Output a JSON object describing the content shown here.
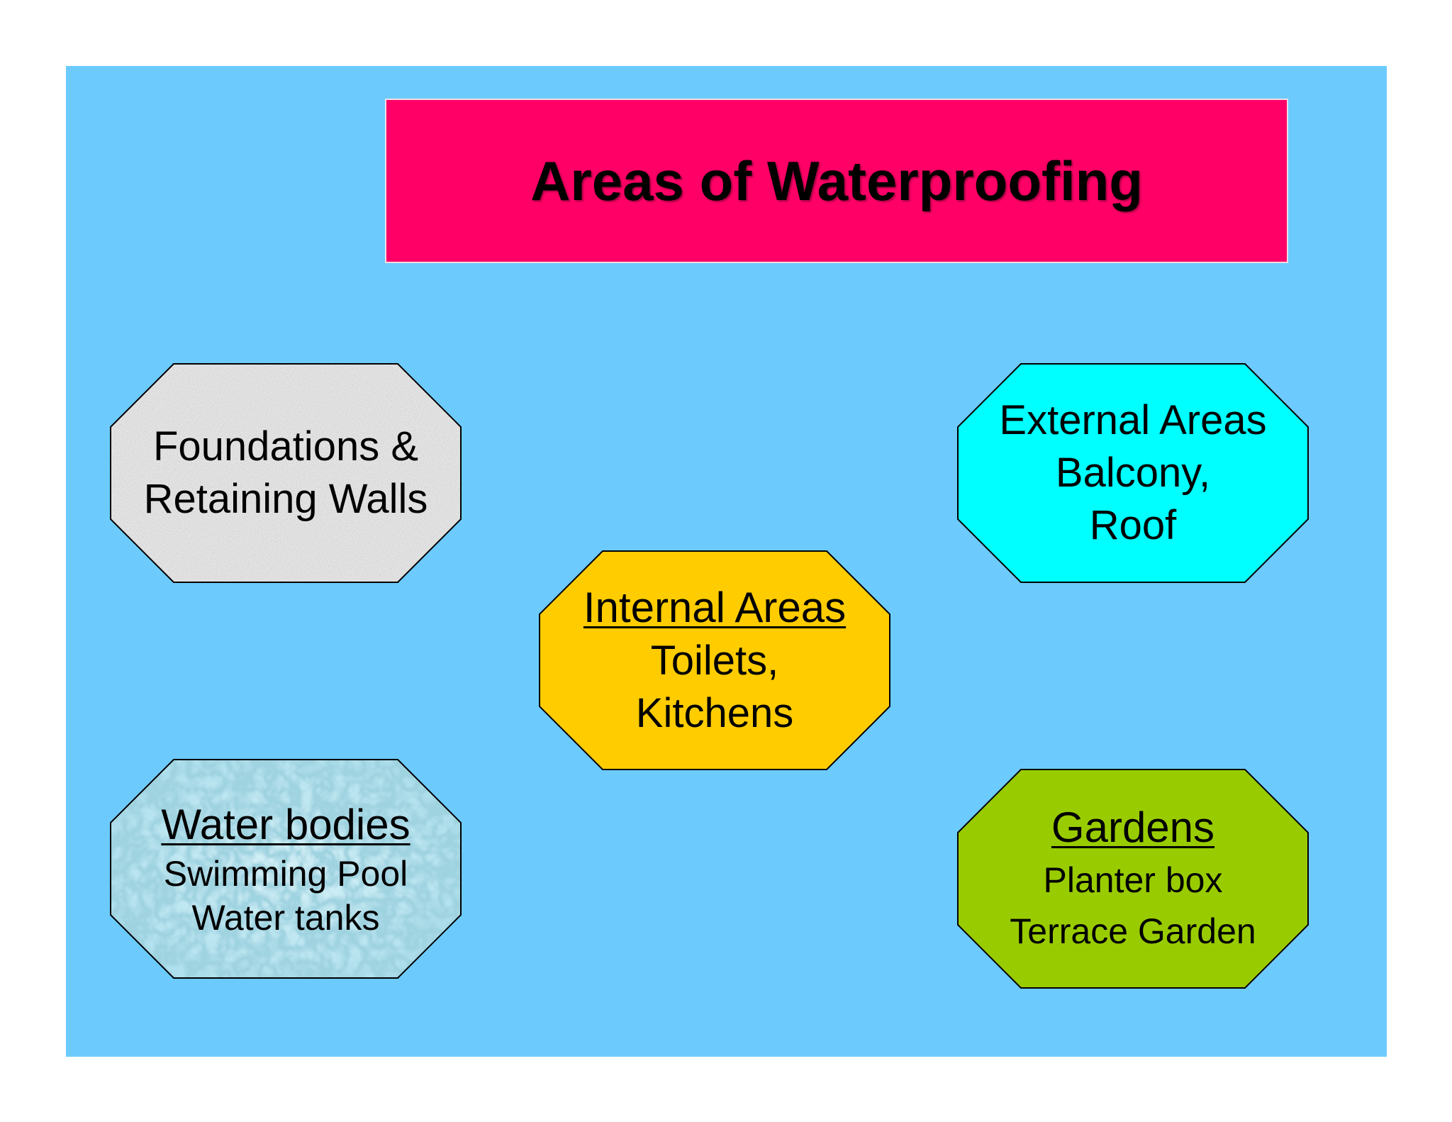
{
  "title": "Areas of Waterproofing",
  "colors": {
    "slide_background": "#6ccbfc",
    "title_background": "#ff0066",
    "foundations_fill": "#e6e6e6",
    "external_fill": "#00ffff",
    "internal_fill": "#ffcc00",
    "water_fill": "#bfe8f2",
    "gardens_fill": "#99cc00"
  },
  "nodes": {
    "foundations": {
      "line1": "Foundations &",
      "line2": "Retaining Walls",
      "texture": "granite"
    },
    "external": {
      "line1": "External Areas",
      "line2": "Balcony,",
      "line3": "Roof"
    },
    "internal": {
      "heading": "Internal Areas",
      "line1": "Toilets,",
      "line2": "Kitchens"
    },
    "water": {
      "heading": "Water bodies",
      "line1": "Swimming Pool",
      "line2": "Water tanks",
      "texture": "water-droplets"
    },
    "gardens": {
      "heading": "Gardens",
      "line1": "Planter box",
      "line2": "Terrace Garden"
    }
  }
}
